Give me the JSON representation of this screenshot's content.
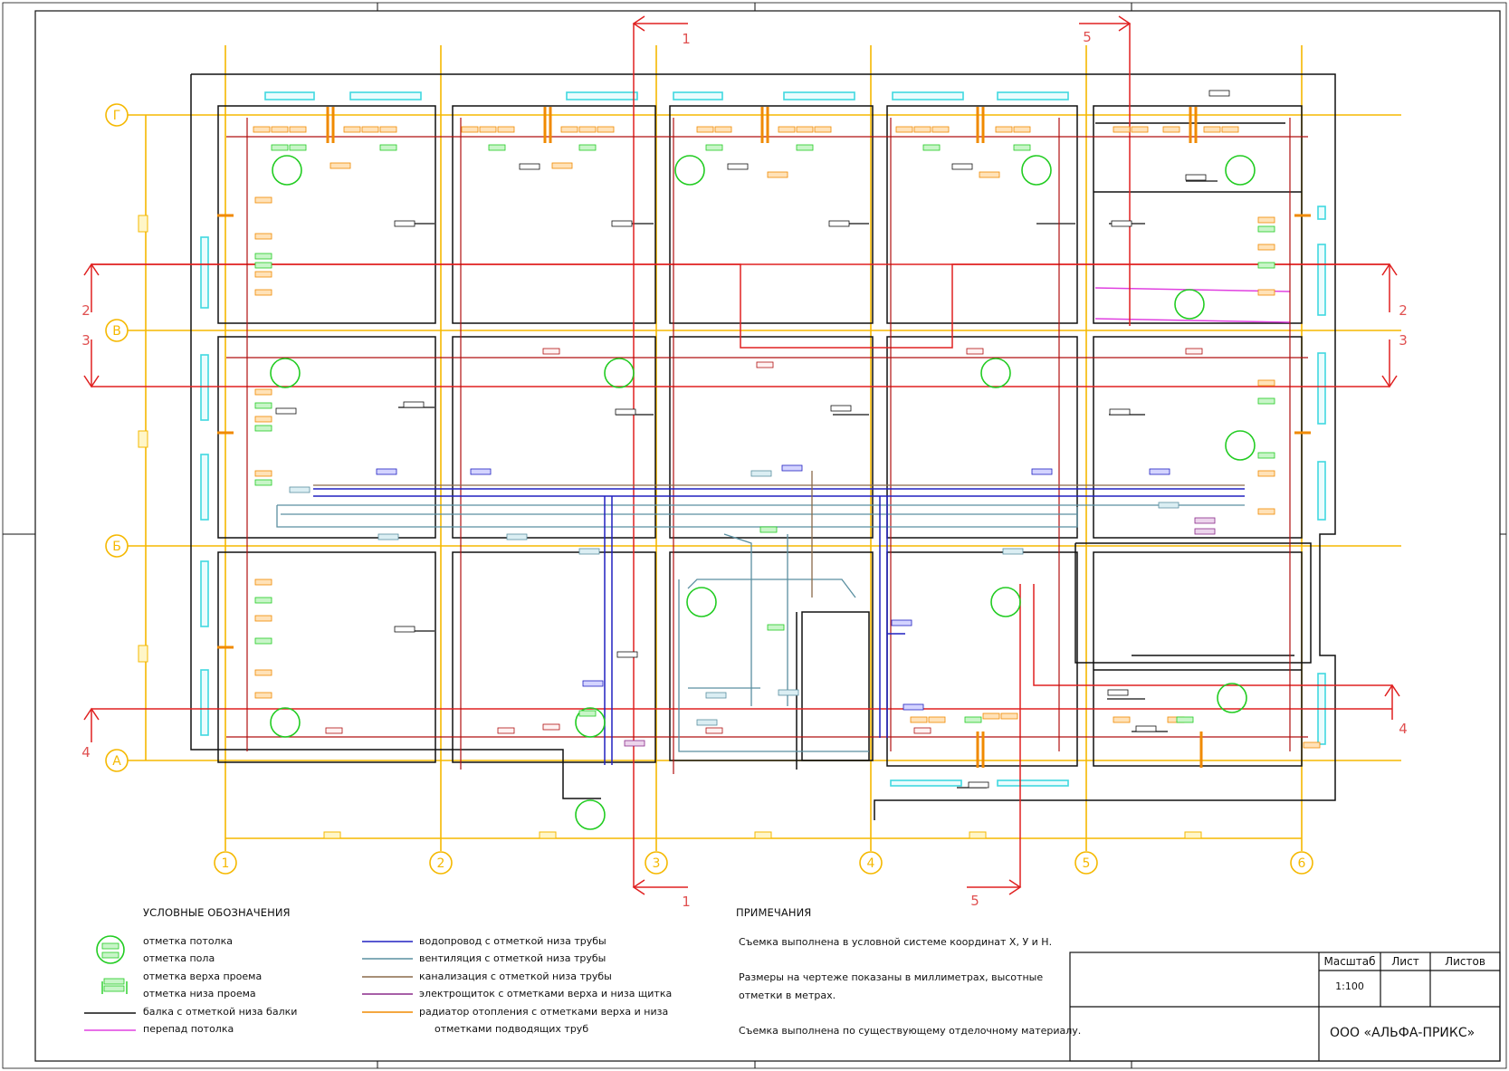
{
  "colors": {
    "frame": "#111111",
    "axis_grid": "#f5b800",
    "section_line": "#e02020",
    "ceiling_mark": "#22cc22",
    "water_supply": "#2020c0",
    "ventilation": "#5a8fa0",
    "sewer": "#8a6a4a",
    "electric_panel": "#8a2a8a",
    "radiator": "#f08a00",
    "ceiling_step": "#e040e0",
    "wall": "#111111",
    "window": "#40d8e0",
    "beam": "#b01010"
  },
  "axes": {
    "horizontal": [
      "1",
      "2",
      "3",
      "4",
      "5",
      "6"
    ],
    "vertical": [
      "Г",
      "В",
      "Б",
      "А"
    ]
  },
  "sections": {
    "cut_1": "1",
    "cut_2": "2",
    "cut_3": "3",
    "cut_4": "4",
    "cut_5": "5"
  },
  "legend": {
    "title": "УСЛОВНЫЕ ОБОЗНАЧЕНИЯ",
    "items_left": [
      {
        "label": "отметка потолка"
      },
      {
        "label": "отметка пола"
      },
      {
        "label": "отметка верха проема"
      },
      {
        "label": "отметка низа проема"
      },
      {
        "label": "балка с отметкой низа балки"
      },
      {
        "label": "перепад потолка"
      }
    ],
    "items_right": [
      {
        "label": "водопровод с отметкой низа трубы"
      },
      {
        "label": "вентиляция с отметкой низа трубы"
      },
      {
        "label": "канализация с отметкой низа трубы"
      },
      {
        "label": "электрощиток с отметками верха и низа щитка"
      },
      {
        "label": "радиатор отопления с отметками верха и низа"
      },
      {
        "label": "отметками подводящих труб"
      }
    ]
  },
  "notes": {
    "title": "ПРИМЕЧАНИЯ",
    "items": [
      "Съемка выполнена в условной системе координат Х, У и Н.",
      "Размеры на чертеже показаны в миллиметрах, высотные",
      "отметки в метрах.",
      "Съемка выполнена по существующему отделочному материалу."
    ]
  },
  "title_block": {
    "scale_header": "Масштаб",
    "sheet_header": "Лист",
    "sheets_header": "Листов",
    "scale_value": "1:100",
    "company": "ООО «АЛЬФА-ПРИКС»"
  }
}
